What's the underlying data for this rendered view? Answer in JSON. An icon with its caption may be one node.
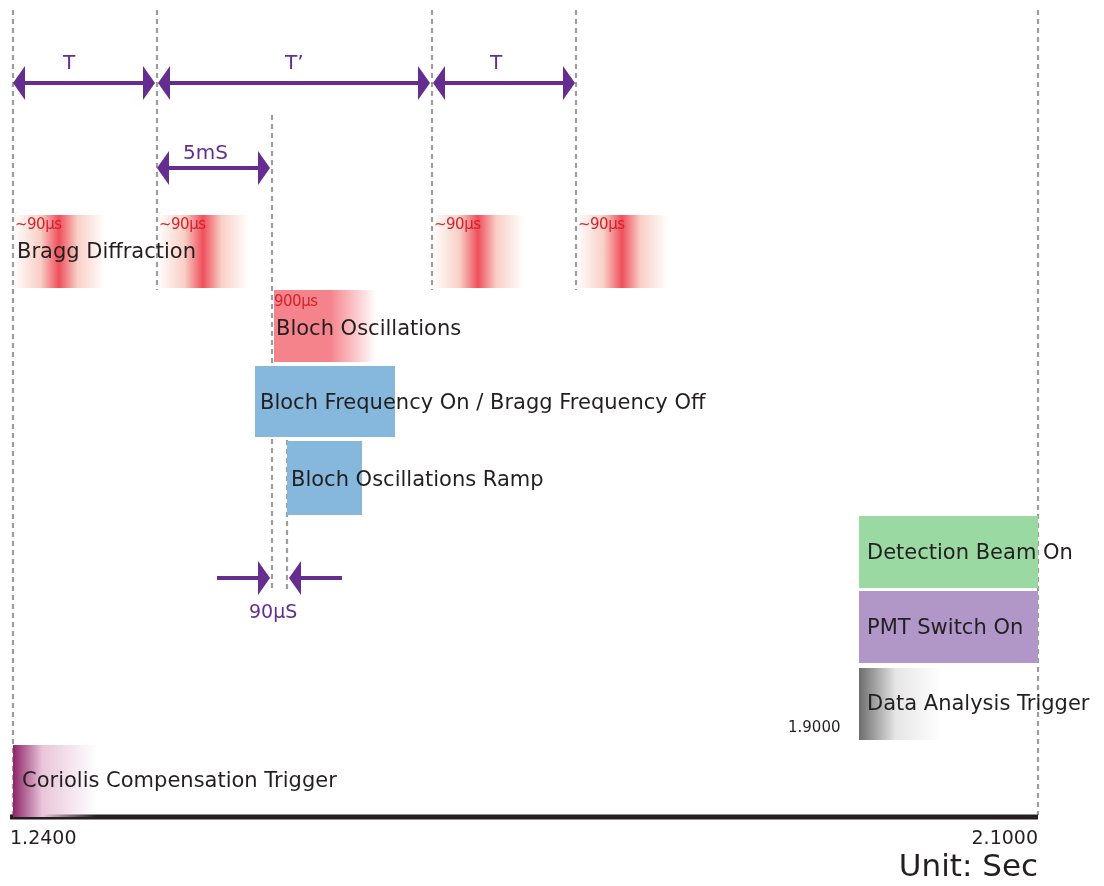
{
  "diagram": {
    "nodes": [
      {
        "text": [
          "~90µs",
          "Bragg Diffraction"
        ]
      },
      {
        "text": [
          "~90µs"
        ]
      },
      {
        "text": [
          "~90µs"
        ]
      },
      {
        "text": [
          "~90µs"
        ]
      },
      {
        "text": [
          "900µs",
          "Bloch Oscillations"
        ]
      },
      {
        "text": [
          "Bloch Frequency On / Bragg Frequency Off"
        ]
      },
      {
        "text": [
          "Bloch Oscillations Ramp"
        ]
      },
      {
        "text": [
          "Detection Beam On"
        ]
      },
      {
        "text": [
          "PMT Switch On"
        ]
      },
      {
        "text": [
          "Data Analysis Trigger"
        ]
      },
      {
        "text": [
          "Coriolis Compensation Trigger"
        ]
      }
    ],
    "labels": [
      "T",
      "T’",
      "T",
      "5mS",
      "90µS",
      "1.9000",
      "1.2400",
      "2.1000",
      "Unit: Sec"
    ]
  }
}
